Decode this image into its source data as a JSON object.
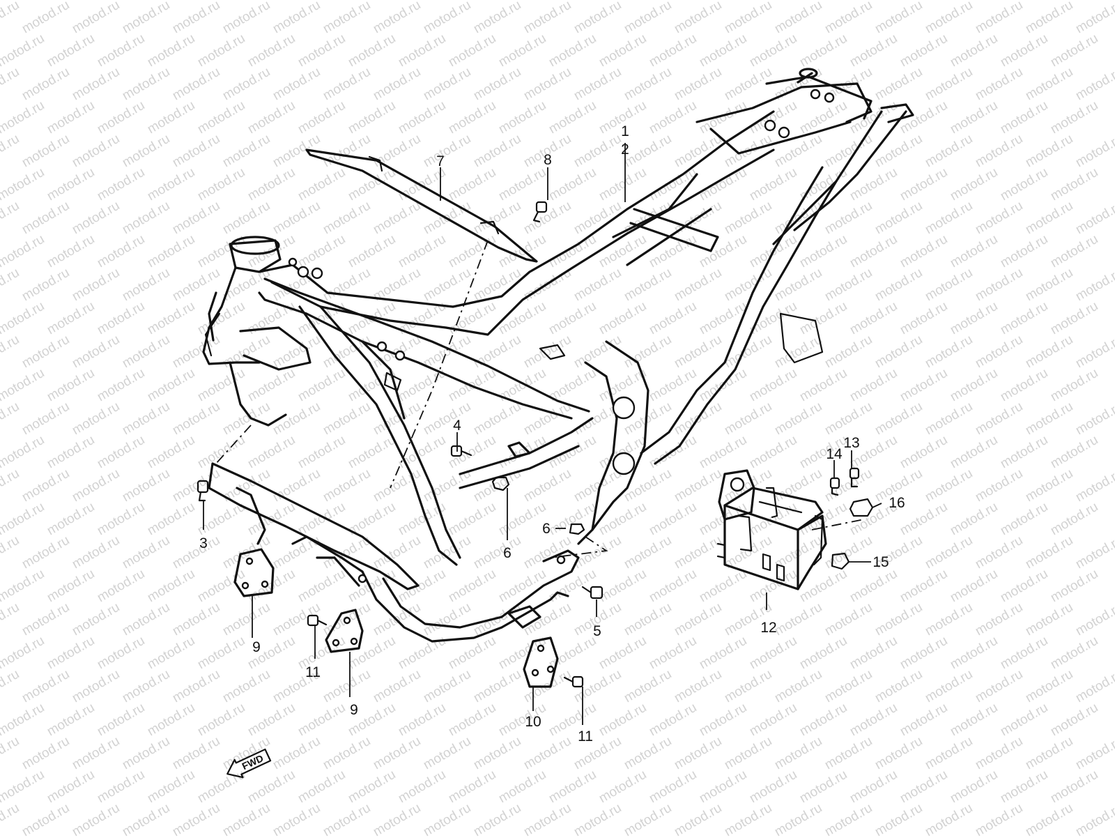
{
  "watermark": {
    "text": "motod.ru",
    "color": "#cfcfcf"
  },
  "diagram": {
    "callouts": [
      {
        "id": "c1",
        "label": "1"
      },
      {
        "id": "c2",
        "label": "2"
      },
      {
        "id": "c3",
        "label": "3"
      },
      {
        "id": "c4",
        "label": "4"
      },
      {
        "id": "c5",
        "label": "5"
      },
      {
        "id": "c6a",
        "label": "6"
      },
      {
        "id": "c6b",
        "label": "6"
      },
      {
        "id": "c7",
        "label": "7"
      },
      {
        "id": "c8",
        "label": "8"
      },
      {
        "id": "c9a",
        "label": "9"
      },
      {
        "id": "c9b",
        "label": "9"
      },
      {
        "id": "c10",
        "label": "10"
      },
      {
        "id": "c11a",
        "label": "11"
      },
      {
        "id": "c11b",
        "label": "11"
      },
      {
        "id": "c12",
        "label": "12"
      },
      {
        "id": "c13",
        "label": "13"
      },
      {
        "id": "c14",
        "label": "14"
      },
      {
        "id": "c15",
        "label": "15"
      },
      {
        "id": "c16",
        "label": "16"
      }
    ],
    "fwd_label": "FWD"
  }
}
